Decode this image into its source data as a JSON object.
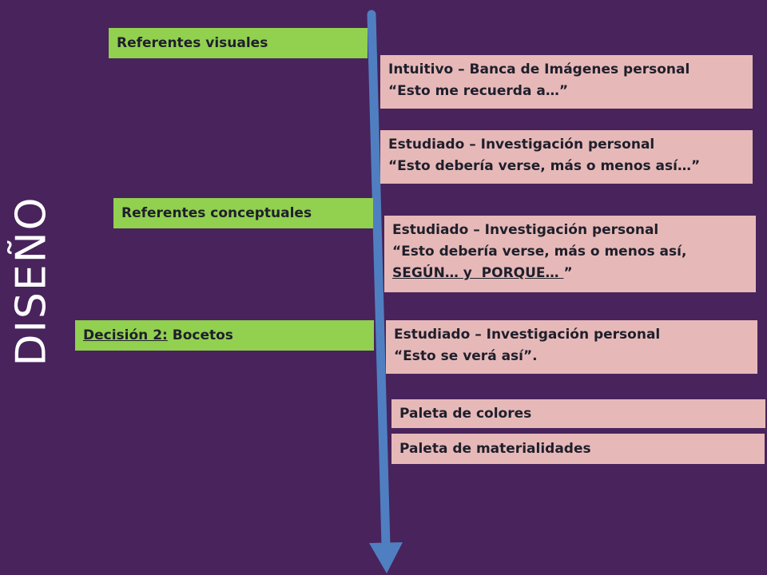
{
  "title": "DISEÑO",
  "left_items": {
    "visuales": "Referentes visuales",
    "conceptuales": "Referentes conceptuales",
    "bocetos_prefix": "Decisión 2:",
    "bocetos_label": " Bocetos"
  },
  "right_items": {
    "intuitivo": {
      "line1": "Intuitivo – Banca de Imágenes personal",
      "line2": "“Esto me recuerda a…”"
    },
    "estudiado1": {
      "line1": "Estudiado – Investigación personal",
      "line2": "“Esto debería verse, más o menos así…”"
    },
    "estudiado2": {
      "line1": "Estudiado – Investigación personal",
      "line2": "“Esto debería verse, más o menos así,",
      "line3_underlined": "SEGÚN… y  PORQUE… ",
      "line3_end": "”"
    },
    "estudiado3": {
      "line1": "Estudiado – Investigación personal",
      "line2": "“Esto se verá así”."
    },
    "paleta_colores": "Paleta de colores",
    "paleta_materialidades": "Paleta de materialidades"
  },
  "colors": {
    "background": "#48235c",
    "green": "#92d050",
    "pink": "#e6b9b8",
    "arrow": "#4f7fc1"
  }
}
